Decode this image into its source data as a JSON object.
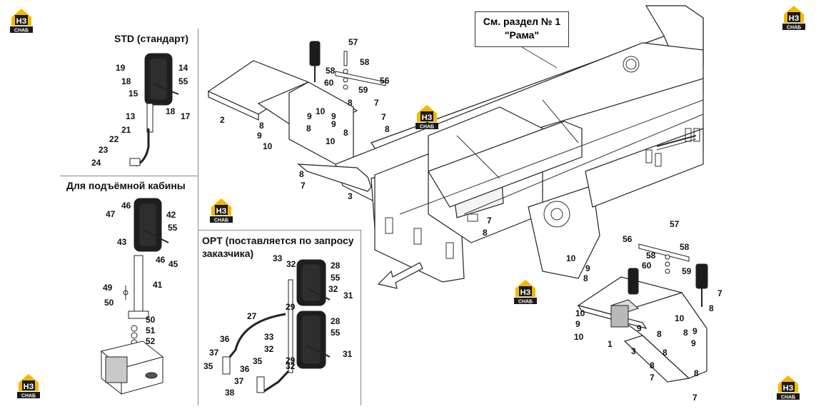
{
  "reference": {
    "line1": "См. раздел № 1",
    "line2": "\"Рама\""
  },
  "sections": {
    "std": "STD (стандарт)",
    "lift_cab": "Для подъёмной кабины",
    "opt_line1": "OPT (поставляется по запросу",
    "opt_line2": "заказчика)"
  },
  "logo": {
    "letters": "НЗ",
    "caption": "СНАБ",
    "accent_color": "#f5b800",
    "dark_color": "#1a1a1a"
  },
  "callouts": {
    "std": [
      "19",
      "18",
      "14",
      "55",
      "15",
      "18",
      "17",
      "13",
      "21",
      "22",
      "23",
      "24"
    ],
    "lift": [
      "47",
      "46",
      "42",
      "55",
      "43",
      "46",
      "45",
      "49",
      "41",
      "50",
      "50",
      "51",
      "52"
    ],
    "opt": [
      "33",
      "32",
      "28",
      "55",
      "32",
      "31",
      "29",
      "27",
      "33",
      "28",
      "55",
      "32",
      "36",
      "37",
      "35",
      "32",
      "31",
      "29",
      "36",
      "35",
      "37",
      "38"
    ],
    "upper": [
      "57",
      "58",
      "58",
      "60",
      "56",
      "59",
      "8",
      "7",
      "7",
      "8",
      "9",
      "10",
      "9",
      "8",
      "8",
      "9",
      "10",
      "8",
      "10",
      "9",
      "8",
      "7",
      "2",
      "3"
    ],
    "lower": [
      "7",
      "57",
      "8",
      "56",
      "58",
      "58",
      "60",
      "59",
      "10",
      "9",
      "8",
      "7",
      "8",
      "10",
      "9",
      "8",
      "9",
      "10",
      "10",
      "9",
      "8",
      "9",
      "8",
      "1",
      "3",
      "8",
      "7",
      "8",
      "7"
    ]
  }
}
